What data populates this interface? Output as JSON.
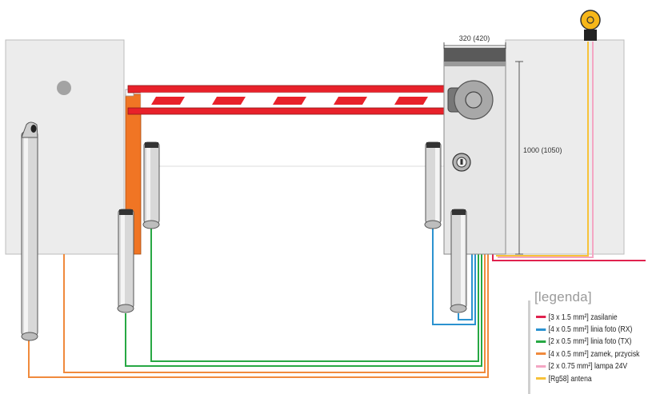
{
  "dimensions": {
    "width_label": "320 (420)",
    "height_label": "1000 (1050)"
  },
  "legend": {
    "title": "[legenda]",
    "items": [
      {
        "label": "[3 x 1.5 mm²] zasilanie",
        "color": "#e0224e"
      },
      {
        "label": "[4 x 0.5 mm²] linia foto (RX)",
        "color": "#2b92d0"
      },
      {
        "label": "[2 x 0.5 mm²] linia foto (TX)",
        "color": "#27a844"
      },
      {
        "label": "[4 x 0.5 mm²] zamek, przycisk",
        "color": "#f08a3c"
      },
      {
        "label": "[2 x 0.75 mm²] lampa 24V",
        "color": "#f4a6c4"
      },
      {
        "label": "[Rg58] antena",
        "color": "#f7c23a"
      }
    ]
  },
  "colors": {
    "boom_red": "#e8212a",
    "post_orange": "#f07524",
    "lamp_yellow": "#f7b719",
    "wall_gray": "#ececec"
  }
}
